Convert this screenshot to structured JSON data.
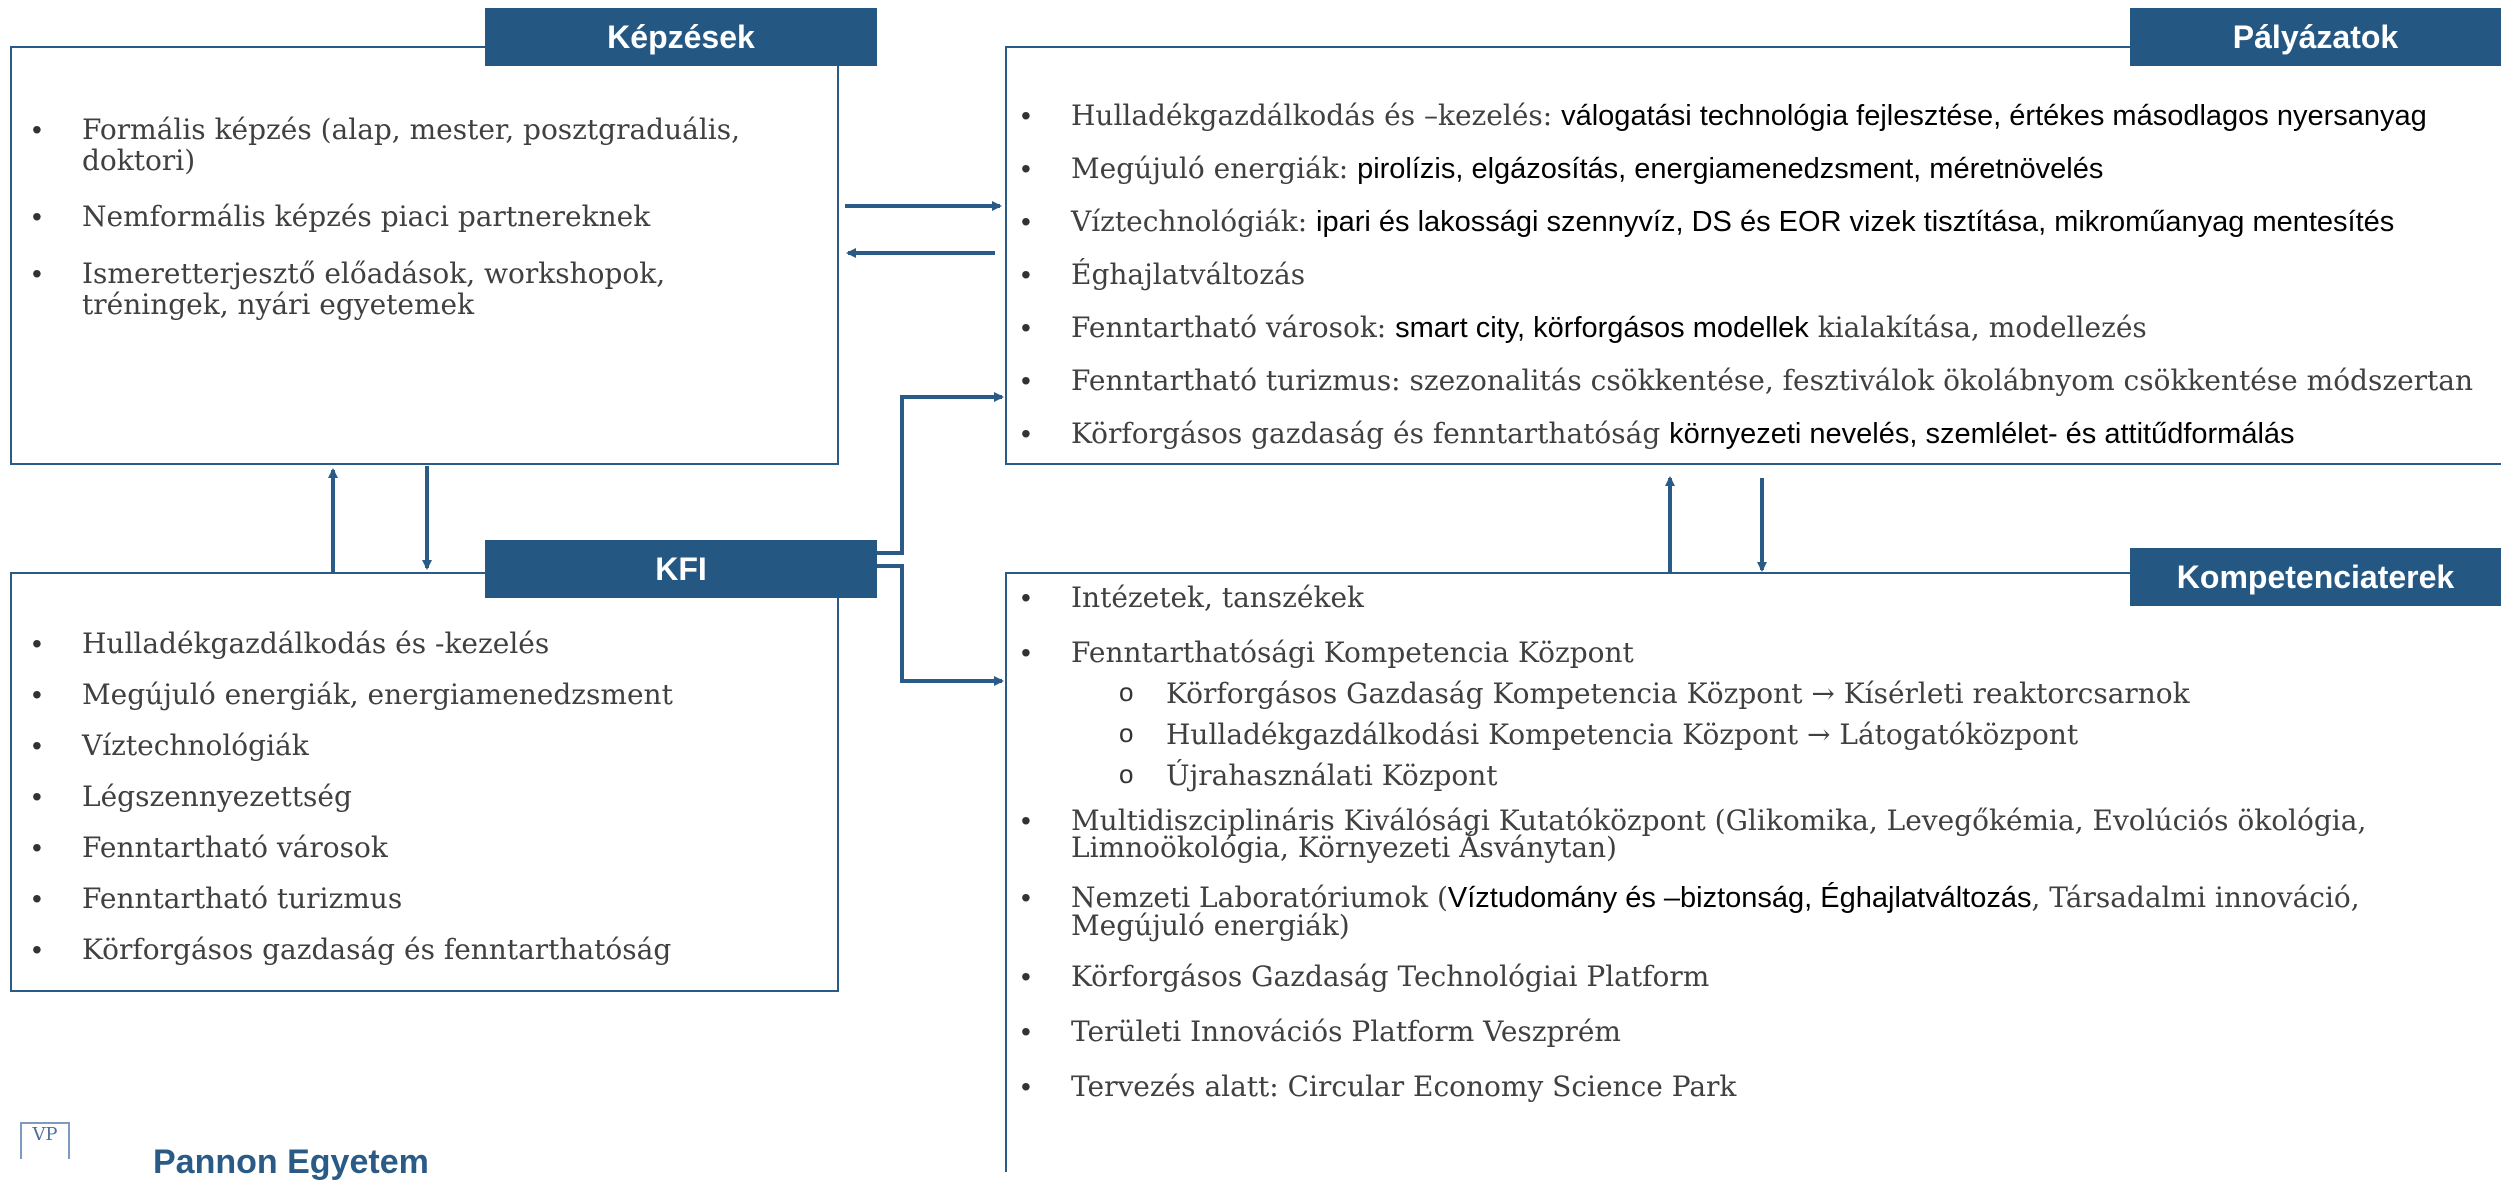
{
  "kepzesek": {
    "title": "Képzések",
    "items": [
      "Formális képzés  (alap, mester, posztgraduális, doktori)",
      "Nemformális képzés piaci partnereknek",
      "Ismeretterjesztő előadások, workshopok, tréningek, nyári egyetemek"
    ]
  },
  "palyazatok": {
    "title": "Pályázatok",
    "items": [
      {
        "pre": "Hulladékgazdálkodás és –kezelés: ",
        "bold": "válogatási technológia fejlesztése, értékes másodlagos nyersanyag",
        "post": ""
      },
      {
        "pre": "Megújuló energiák: ",
        "bold": "pirolízis, elgázosítás, energiamenedzsment, méretnövelés",
        "post": ""
      },
      {
        "pre": "Víztechnológiák: ",
        "bold": "ipari és lakossági szennyvíz, DS és EOR vizek tisztítása, mikroműanyag mentesítés",
        "post": ""
      },
      {
        "pre": "Éghajlatváltozás",
        "bold": "",
        "post": ""
      },
      {
        "pre": "Fenntartható városok: ",
        "bold": "smart city, körforgásos modellek",
        "post": " kialakítása, modellezés"
      },
      {
        "pre": "Fenntartható turizmus: szezonalitás csökkentése, fesztiválok ökolábnyom csökkentése módszertan",
        "bold": "",
        "post": ""
      },
      {
        "pre": "Körforgásos gazdaság és fenntarthatóság ",
        "bold": "környezeti nevelés, szemlélet- és attitűdformálás",
        "post": ""
      }
    ]
  },
  "kfi": {
    "title": "KFI",
    "items": [
      "Hulladékgazdálkodás és -kezelés",
      "Megújuló energiák, energiamenedzsment",
      "Víztechnológiák",
      "Légszennyezettség",
      "Fenntartható városok",
      "Fenntartható turizmus",
      "Körforgásos gazdaság és fenntarthatóság"
    ]
  },
  "kompetencia": {
    "title": "Kompetenciaterek",
    "item1": "Intézetek, tanszékek",
    "item2": "Fenntarthatósági Kompetencia Központ",
    "sub": [
      "Körforgásos Gazdaság Kompetencia Központ → Kísérleti reaktorcsarnok",
      "Hulladékgazdálkodási Kompetencia Központ → Látogatóközpont",
      "Újrahasználati Központ"
    ],
    "item3": "Multidiszciplináris Kiválósági Kutatóközpont (Glikomika, Levegőkémia, Evolúciós ökológia, Limnoökológia, Környezeti Ásványtan)",
    "item4_pre": "Nemzeti Laboratóriumok (",
    "item4_bold": "Víztudomány és –biztonság, Éghajlatváltozás",
    "item4_post": ", Társadalmi innováció, Megújuló energiák)",
    "item5": "Körforgásos Gazdaság Technológiai Platform",
    "item6": "Területi Innovációs Platform Veszprém",
    "item7": "Tervezés alatt: Circular Economy Science Park"
  },
  "logo": {
    "mark": "VP",
    "text": "Pannon Egyetem"
  }
}
